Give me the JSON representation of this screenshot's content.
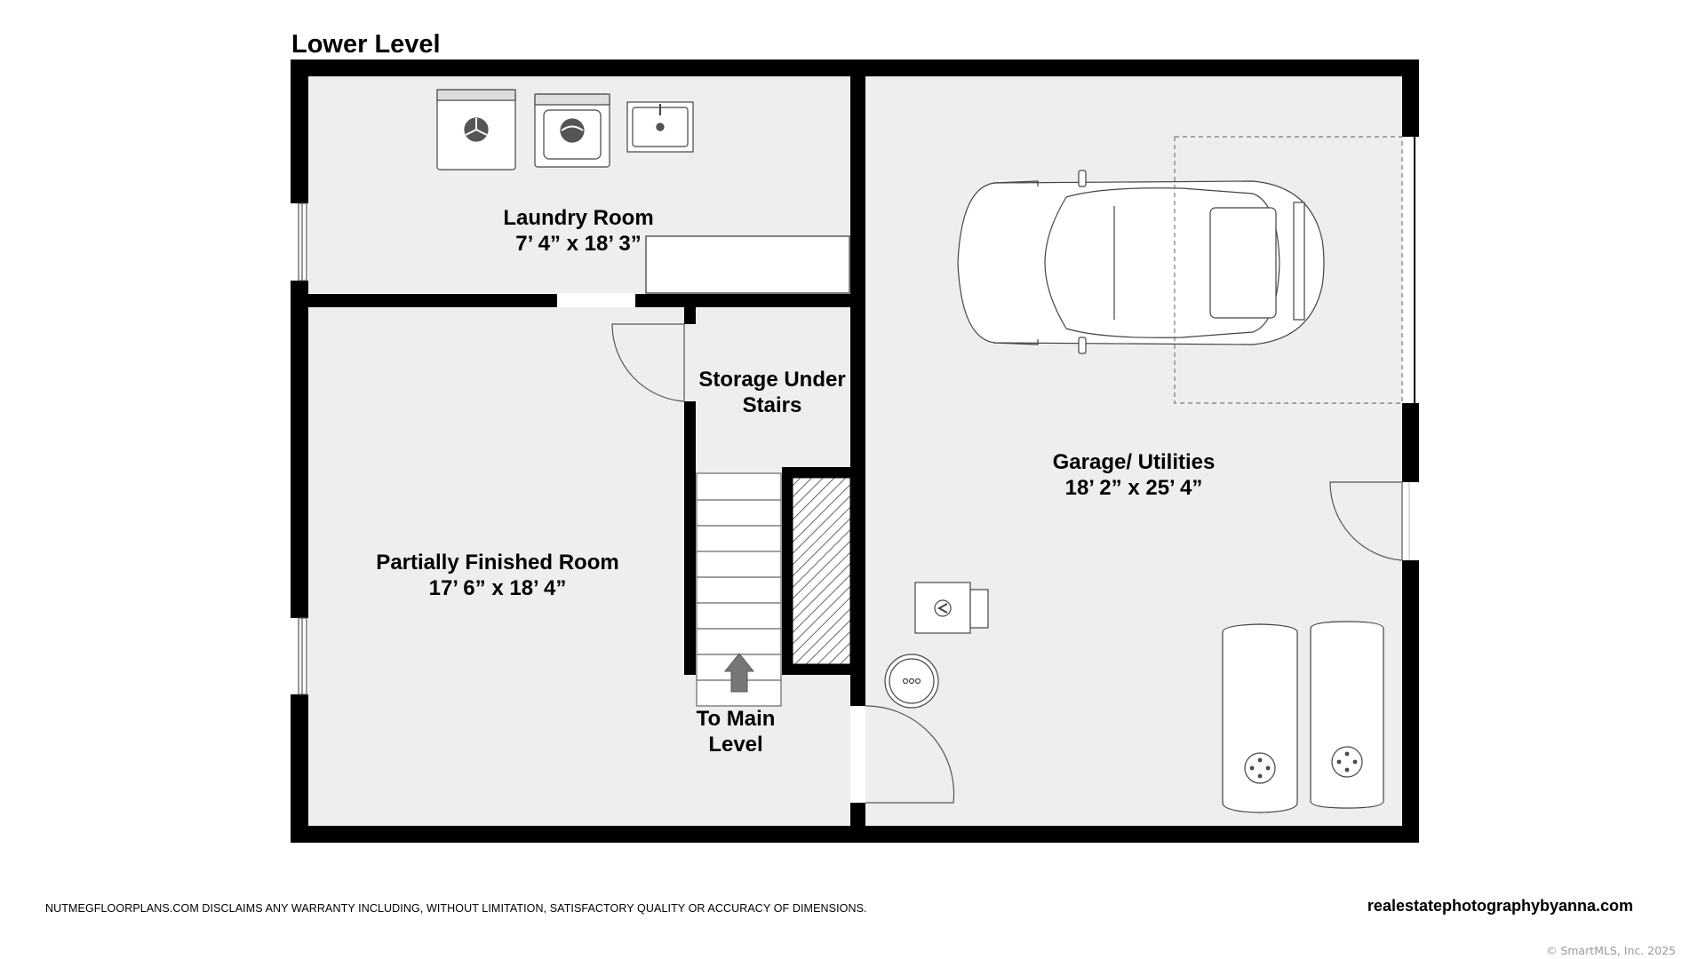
{
  "title": "Lower Level",
  "rooms": {
    "laundry": {
      "name": "Laundry Room",
      "dims": "7’ 4” x 18’ 3”"
    },
    "storage": {
      "line1": "Storage Under",
      "line2": "Stairs"
    },
    "partial": {
      "name": "Partially Finished Room",
      "dims": "17’ 6” x 18’ 4”"
    },
    "stairs": {
      "line1": "To Main",
      "line2": "Level"
    },
    "garage": {
      "name": "Garage/ Utilities",
      "dims": "18’ 2” x 25’ 4”"
    }
  },
  "footer": {
    "disclaimer": "NUTMEGFLOORPLANS.COM DISCLAIMS ANY WARRANTY INCLUDING, WITHOUT LIMITATION, SATISFACTORY QUALITY OR ACCURACY OF DIMENSIONS.",
    "website": "realestatephotographybyanna.com",
    "copyright": "© SmartMLS, Inc.  2025"
  },
  "colors": {
    "floor": "#eeeeee",
    "wall": "#000000",
    "fixture": "#ffffff",
    "arrow": "#777777"
  }
}
